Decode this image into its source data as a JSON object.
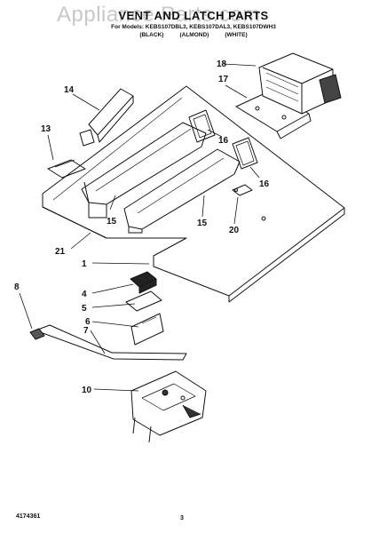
{
  "header": {
    "watermark": "Appliance Parts.com",
    "title": "VENT AND LATCH PARTS",
    "models_line": "For Models: KEBS107DBL3, KEBS107DAL3, KEBS107DWH3",
    "colors_line": "(BLACK)          (ALMOND)          (WHITE)"
  },
  "footer": {
    "doc_number": "4174361",
    "page_number": "3"
  },
  "callouts": {
    "c1": "1",
    "c4": "4",
    "c5": "5",
    "c6": "6",
    "c7": "7",
    "c8": "8",
    "c10": "10",
    "c13": "13",
    "c14": "14",
    "c15a": "15",
    "c15b": "15",
    "c16a": "16",
    "c16b": "16",
    "c17": "17",
    "c18": "18",
    "c20": "20",
    "c21": "21"
  }
}
